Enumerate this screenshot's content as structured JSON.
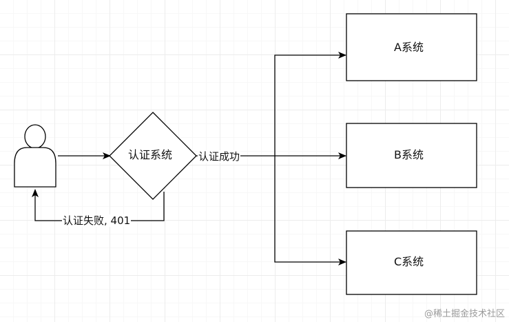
{
  "diagram": {
    "nodes": {
      "user": {
        "label": "",
        "shape": "actor"
      },
      "auth": {
        "label": "认证系统",
        "shape": "diamond"
      },
      "system_a": {
        "label": "A系统",
        "shape": "rectangle"
      },
      "system_b": {
        "label": "B系统",
        "shape": "rectangle"
      },
      "system_c": {
        "label": "C系统",
        "shape": "rectangle"
      }
    },
    "edges": {
      "user_to_auth": {
        "from": "user",
        "to": "auth",
        "label": ""
      },
      "auth_to_user": {
        "from": "auth",
        "to": "user",
        "label": "认证失败, 401"
      },
      "auth_to_a": {
        "from": "auth",
        "to": "system_a",
        "label": "认证成功"
      },
      "auth_to_b": {
        "from": "auth",
        "to": "system_b",
        "label": ""
      },
      "auth_to_c": {
        "from": "auth",
        "to": "system_c",
        "label": ""
      }
    }
  },
  "watermark": "@稀土掘金技术社区",
  "colors": {
    "stroke": "#000000",
    "grid": "#ececec",
    "background": "#ffffff",
    "watermark": "#9a9a9a"
  }
}
